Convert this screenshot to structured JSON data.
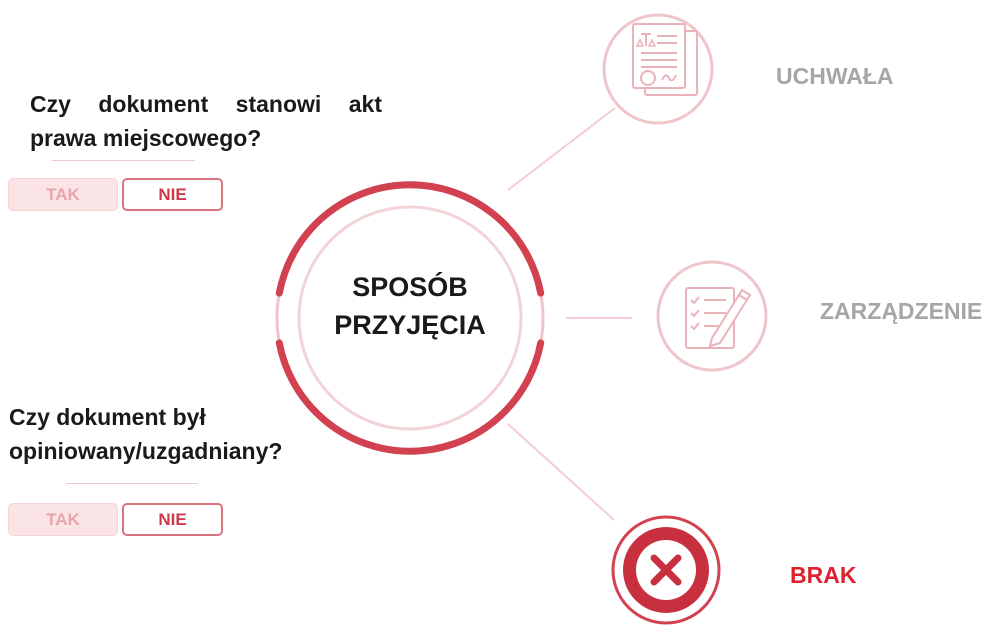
{
  "center": {
    "line1": "SPOSÓB",
    "line2": "PRZYJĘCIA"
  },
  "questions": [
    {
      "text": "Czy dokument stanowi akt prawa miejscowego?",
      "yes_label": "TAK",
      "no_label": "NIE",
      "selected": "NIE"
    },
    {
      "text": "Czy dokument był opiniowany/uzgadniany?",
      "yes_label": "TAK",
      "no_label": "NIE",
      "selected": "NIE"
    }
  ],
  "options": [
    {
      "label": "UCHWAŁA",
      "icon": "legal-document-icon",
      "state": "inactive"
    },
    {
      "label": "ZARZĄDZENIE",
      "icon": "checklist-pen-icon",
      "state": "inactive"
    },
    {
      "label": "BRAK",
      "icon": "x-circle-icon",
      "state": "active"
    }
  ],
  "colors": {
    "accent_red": "#d2414f",
    "brak_red": "#e1202f",
    "faded_pink": "#f0c5ca",
    "inactive_gray": "#a6a6a6",
    "text_dark": "#1a1a1a"
  }
}
